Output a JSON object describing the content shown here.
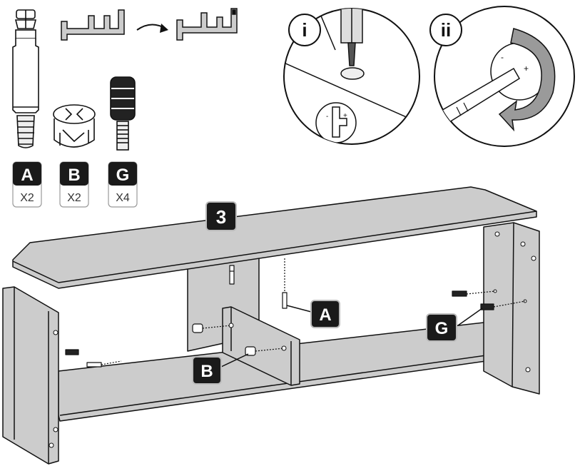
{
  "parts": [
    {
      "letter": "A",
      "qty": "X2"
    },
    {
      "letter": "B",
      "qty": "X2"
    },
    {
      "letter": "G",
      "qty": "X4"
    }
  ],
  "detail_views": [
    {
      "label": "i"
    },
    {
      "label": "ii"
    }
  ],
  "step_number": "3",
  "callouts": {
    "a": "A",
    "b": "B",
    "g": "G"
  },
  "colors": {
    "panel_fill": "#cccccc",
    "badge_fill": "#1a1a1a",
    "line": "#111111",
    "arrow_fill": "#9a9a9a"
  },
  "icons": [
    "rotate-arrow-icon",
    "screwdriver-icon",
    "cam-lock-icon",
    "dowel-icon",
    "screw-icon"
  ]
}
